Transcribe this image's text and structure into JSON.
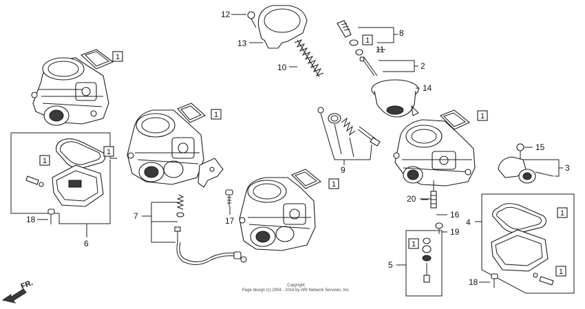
{
  "diagram": {
    "callouts": [
      "1",
      "2",
      "3",
      "4",
      "5",
      "6",
      "7",
      "8",
      "9",
      "10",
      "11",
      "12",
      "13",
      "14",
      "15",
      "16",
      "17",
      "18",
      "19",
      "20"
    ],
    "qty_label": "1",
    "direction_label": "FR.",
    "copyright": {
      "line1": "Copyright",
      "line2": "Page design (c) 2004 - 2014 by ARI Network Services, Inc."
    }
  },
  "colors": {
    "ink": "#1a1a1a",
    "background": "#ffffff"
  }
}
